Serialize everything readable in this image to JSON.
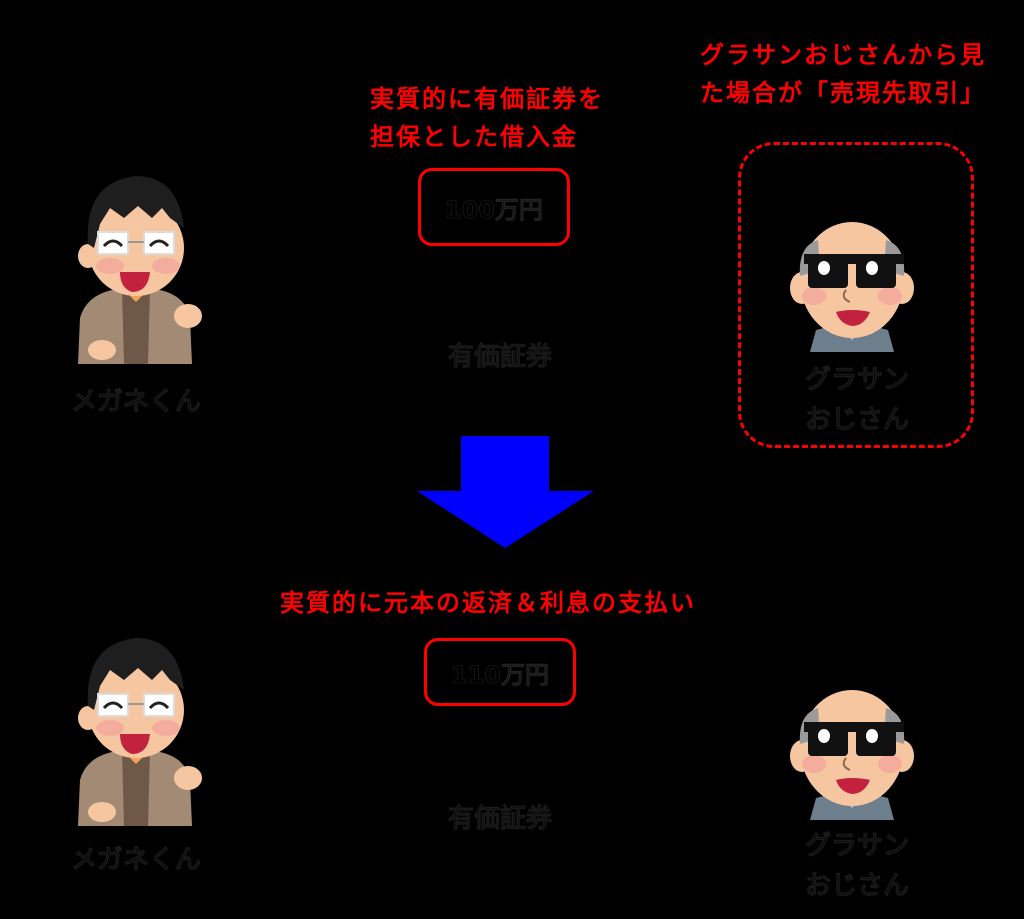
{
  "top": {
    "loan_label": "実質的に有価証券を\n担保とした借入金",
    "amount": "100万円",
    "asset": "有価証券",
    "perspective_note": "グラサンおじさんから見\nた場合が「売現先取引」"
  },
  "bottom": {
    "repayment_label": "実質的に元本の返済＆利息の支払い",
    "amount": "110万円",
    "asset": "有価証券"
  },
  "characters": {
    "left": {
      "name": "メガネくん"
    },
    "right": {
      "name": "グラサン\nおじさん"
    }
  },
  "colors": {
    "background": "#000000",
    "accent_red": "#ff0000",
    "arrow_blue": "#0000ff"
  }
}
